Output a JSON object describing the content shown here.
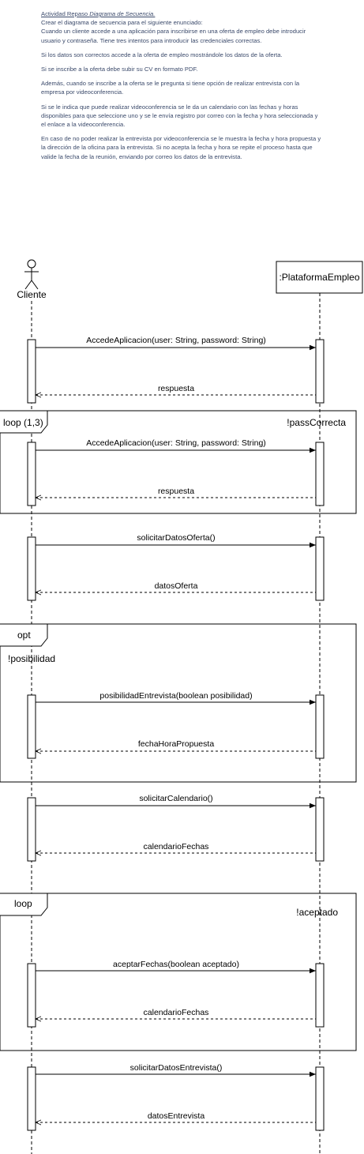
{
  "intro": {
    "title_prefix": "Actividad Repaso ",
    "title_italic": "Diagrama de Secuencia.",
    "paragraphs": [
      "Crear el diagrama de secuencia para el siguiente enunciado:\nCuando un cliente accede a una aplicación para inscribirse en una oferta de empleo debe introducir usuario y contraseña. Tiene tres intentos para introducir las credenciales correctas.",
      "Si los datos son correctos accede a la oferta de empleo mostrándole los datos de la oferta.",
      "Si se inscribe a la oferta debe subir su CV en formato PDF.",
      "Además, cuando se inscribe a la oferta se le pregunta si tiene opción de realizar entrevista con la empresa por videoconferencia.",
      "Si se le indica que puede realizar videoconferencia se le da un calendario con las fechas y horas disponibles para que seleccione uno y se le envía registro por correo con la fecha y hora seleccionada y el enlace a la videoconferencia.",
      "En caso de no poder realizar la entrevista por videoconferencia se le muestra la fecha y hora propuesta y la dirección de la oficina para la entrevista.  Si no acepta la fecha y hora se repite el proceso hasta que valide la fecha de la reunión, enviando por correo los datos de la entrevista."
    ]
  },
  "actors": {
    "client": "Cliente",
    "platform": ":PlataformaEmpleo"
  },
  "messages": [
    {
      "id": "m1",
      "label": "AccedeAplicacion(user: String, password: String)",
      "kind": "call"
    },
    {
      "id": "m2",
      "label": "respuesta",
      "kind": "return"
    },
    {
      "id": "m3",
      "label": "AccedeAplicacion(user: String, password: String)",
      "kind": "call"
    },
    {
      "id": "m4",
      "label": "respuesta",
      "kind": "return"
    },
    {
      "id": "m5",
      "label": "solicitarDatosOferta()",
      "kind": "call"
    },
    {
      "id": "m6",
      "label": "datosOferta",
      "kind": "return"
    },
    {
      "id": "m7",
      "label": "posibilidadEntrevista(boolean posibilidad)",
      "kind": "call"
    },
    {
      "id": "m8",
      "label": "fechaHoraPropuesta",
      "kind": "return"
    },
    {
      "id": "m9",
      "label": "solicitarCalendario()",
      "kind": "call"
    },
    {
      "id": "m10",
      "label": "calendarioFechas",
      "kind": "return"
    },
    {
      "id": "m11",
      "label": "aceptarFechas(boolean aceptado)",
      "kind": "call"
    },
    {
      "id": "m12",
      "label": "calendarioFechas",
      "kind": "return"
    },
    {
      "id": "m13",
      "label": "solicitarDatosEntrevista()",
      "kind": "call"
    },
    {
      "id": "m14",
      "label": "datosEntrevista",
      "kind": "return"
    }
  ],
  "fragments": [
    {
      "id": "f1",
      "operator": "loop  (1,3)",
      "guard": "!passCorrecta"
    },
    {
      "id": "f2",
      "operator": "opt",
      "guard": "!posibilidad"
    },
    {
      "id": "f3",
      "operator": "loop",
      "guard": "!aceptado"
    }
  ],
  "colors": {
    "intro_text": "#3b4a6b",
    "line": "#000000"
  }
}
